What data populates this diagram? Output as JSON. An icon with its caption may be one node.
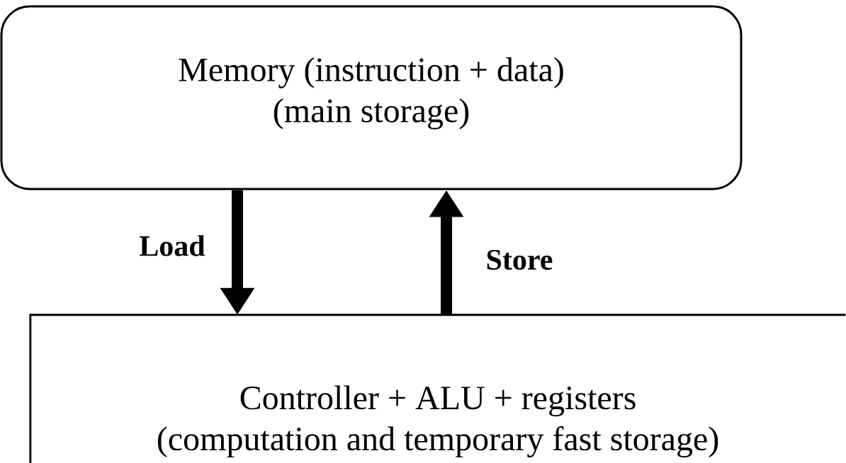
{
  "diagram": {
    "nodes": [
      {
        "text": [
          "Memory (instruction + data)",
          "(main storage)"
        ]
      },
      {
        "text": [
          "Controller + ALU + registers",
          "(computation and temporary fast storage)"
        ]
      }
    ],
    "edges": [
      {
        "from": 0,
        "to": 1,
        "arrow": "to",
        "label": "Load"
      },
      {
        "from": 1,
        "to": 0,
        "arrow": "to",
        "label": "Store"
      }
    ]
  }
}
